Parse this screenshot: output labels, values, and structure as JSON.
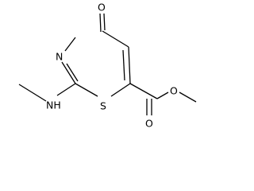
{
  "molecule": {
    "atoms": {
      "oxo_o": "O",
      "ring_n": "N",
      "amine_nh": "NH",
      "ring_s": "S",
      "carbonyl_o": "O",
      "ester_o": "O"
    },
    "colors": {
      "bond": "#000000",
      "label": "#000000",
      "background": "#ffffff"
    }
  }
}
